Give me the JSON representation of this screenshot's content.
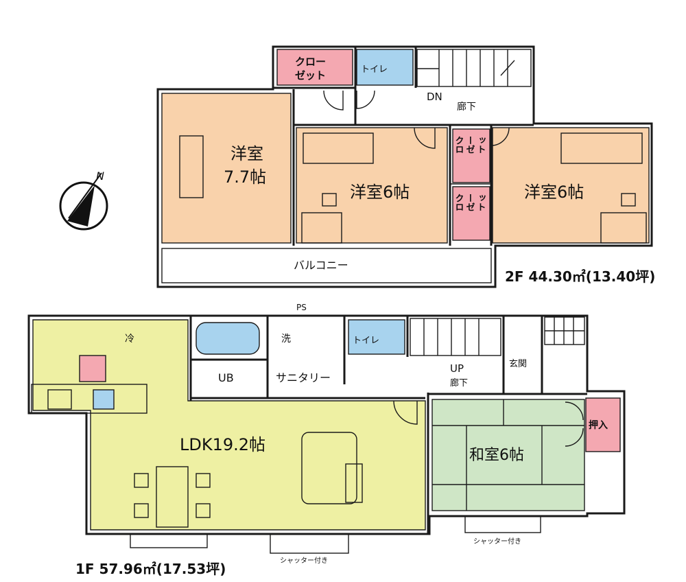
{
  "colors": {
    "bedroom": "#f9d2ab",
    "ldk": "#eef0a3",
    "japanese": "#cfe6c6",
    "closet": "#f4a8b1",
    "toilet": "#a8d3ee",
    "bath": "#a8d3ee",
    "white": "#ffffff"
  },
  "compass": {
    "label": "N"
  },
  "floor2": {
    "area": "2F 44.30㎡(13.40坪)",
    "closet_top": "クロー\nゼット",
    "toilet": "トイレ",
    "down": "DN",
    "hallway": "廊下",
    "bedroom1_line1": "洋室",
    "bedroom1_line2": "7.7帖",
    "bedroom2": "洋室6帖",
    "bedroom3": "洋室6帖",
    "closet_v1": "クロ\nーゼ\nット",
    "closet_v2": "クロ\nーゼ\nット",
    "balcony": "バルコニー"
  },
  "floor1": {
    "area": "1F 57.96㎡(17.53坪)",
    "ps": "PS",
    "fridge": "冷",
    "washer": "洗",
    "toilet": "トイレ",
    "bath": "UB",
    "sanitary": "サニタリー",
    "up": "UP",
    "hallway": "廊下",
    "entrance": "玄関",
    "ldk": "LDK19.2帖",
    "japanese": "和室6帖",
    "storage": "押入",
    "shutter1": "シャッター付き",
    "shutter2": "シャッター付き"
  }
}
